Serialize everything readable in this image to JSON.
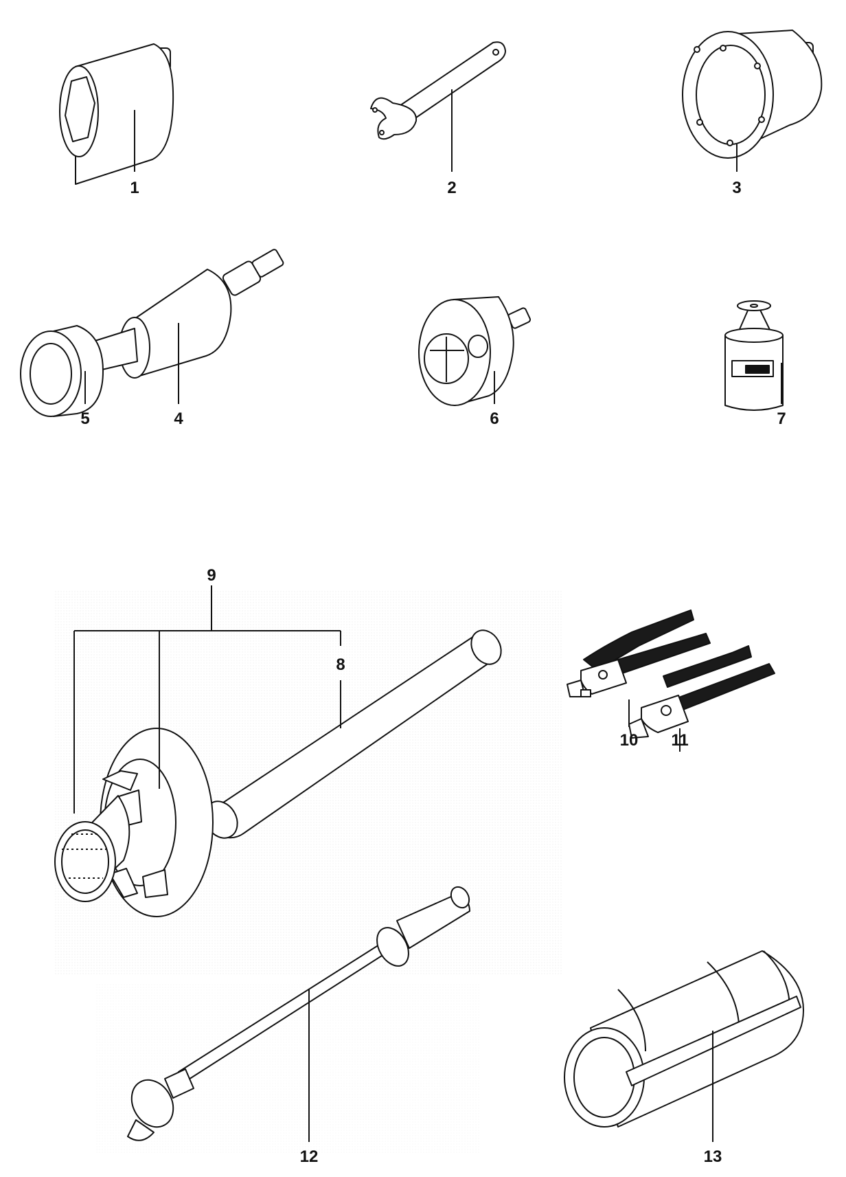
{
  "callouts": [
    "1",
    "2",
    "3",
    "4",
    "5",
    "6",
    "7",
    "8",
    "9",
    "10",
    "11",
    "12",
    "13"
  ],
  "colors": {
    "ink": "#111111",
    "fill": "#ffffff",
    "grip": "#1a1a1a"
  },
  "parts": [
    {
      "callout": "1",
      "icon": "hex-socket-icon"
    },
    {
      "callout": "2",
      "icon": "pin-spanner-wrench-icon"
    },
    {
      "callout": "3",
      "icon": "pin-socket-tool-icon"
    },
    {
      "callout": "4",
      "icon": "puller-body-icon"
    },
    {
      "callout": "5",
      "icon": "bushing-adapter-icon"
    },
    {
      "callout": "6",
      "icon": "bearing-puller-icon"
    },
    {
      "callout": "7",
      "icon": "slotted-adapter-icon"
    },
    {
      "callout": "8",
      "icon": "drift-tube-icon"
    },
    {
      "callout": "9",
      "icon": "flange-holder-assembly-icon"
    },
    {
      "callout": "10",
      "icon": "clamp-pliers-icon"
    },
    {
      "callout": "11",
      "icon": "clamp-pliers-icon"
    },
    {
      "callout": "12",
      "icon": "installer-drift-icon"
    },
    {
      "callout": "13",
      "icon": "split-sleeve-icon"
    }
  ]
}
